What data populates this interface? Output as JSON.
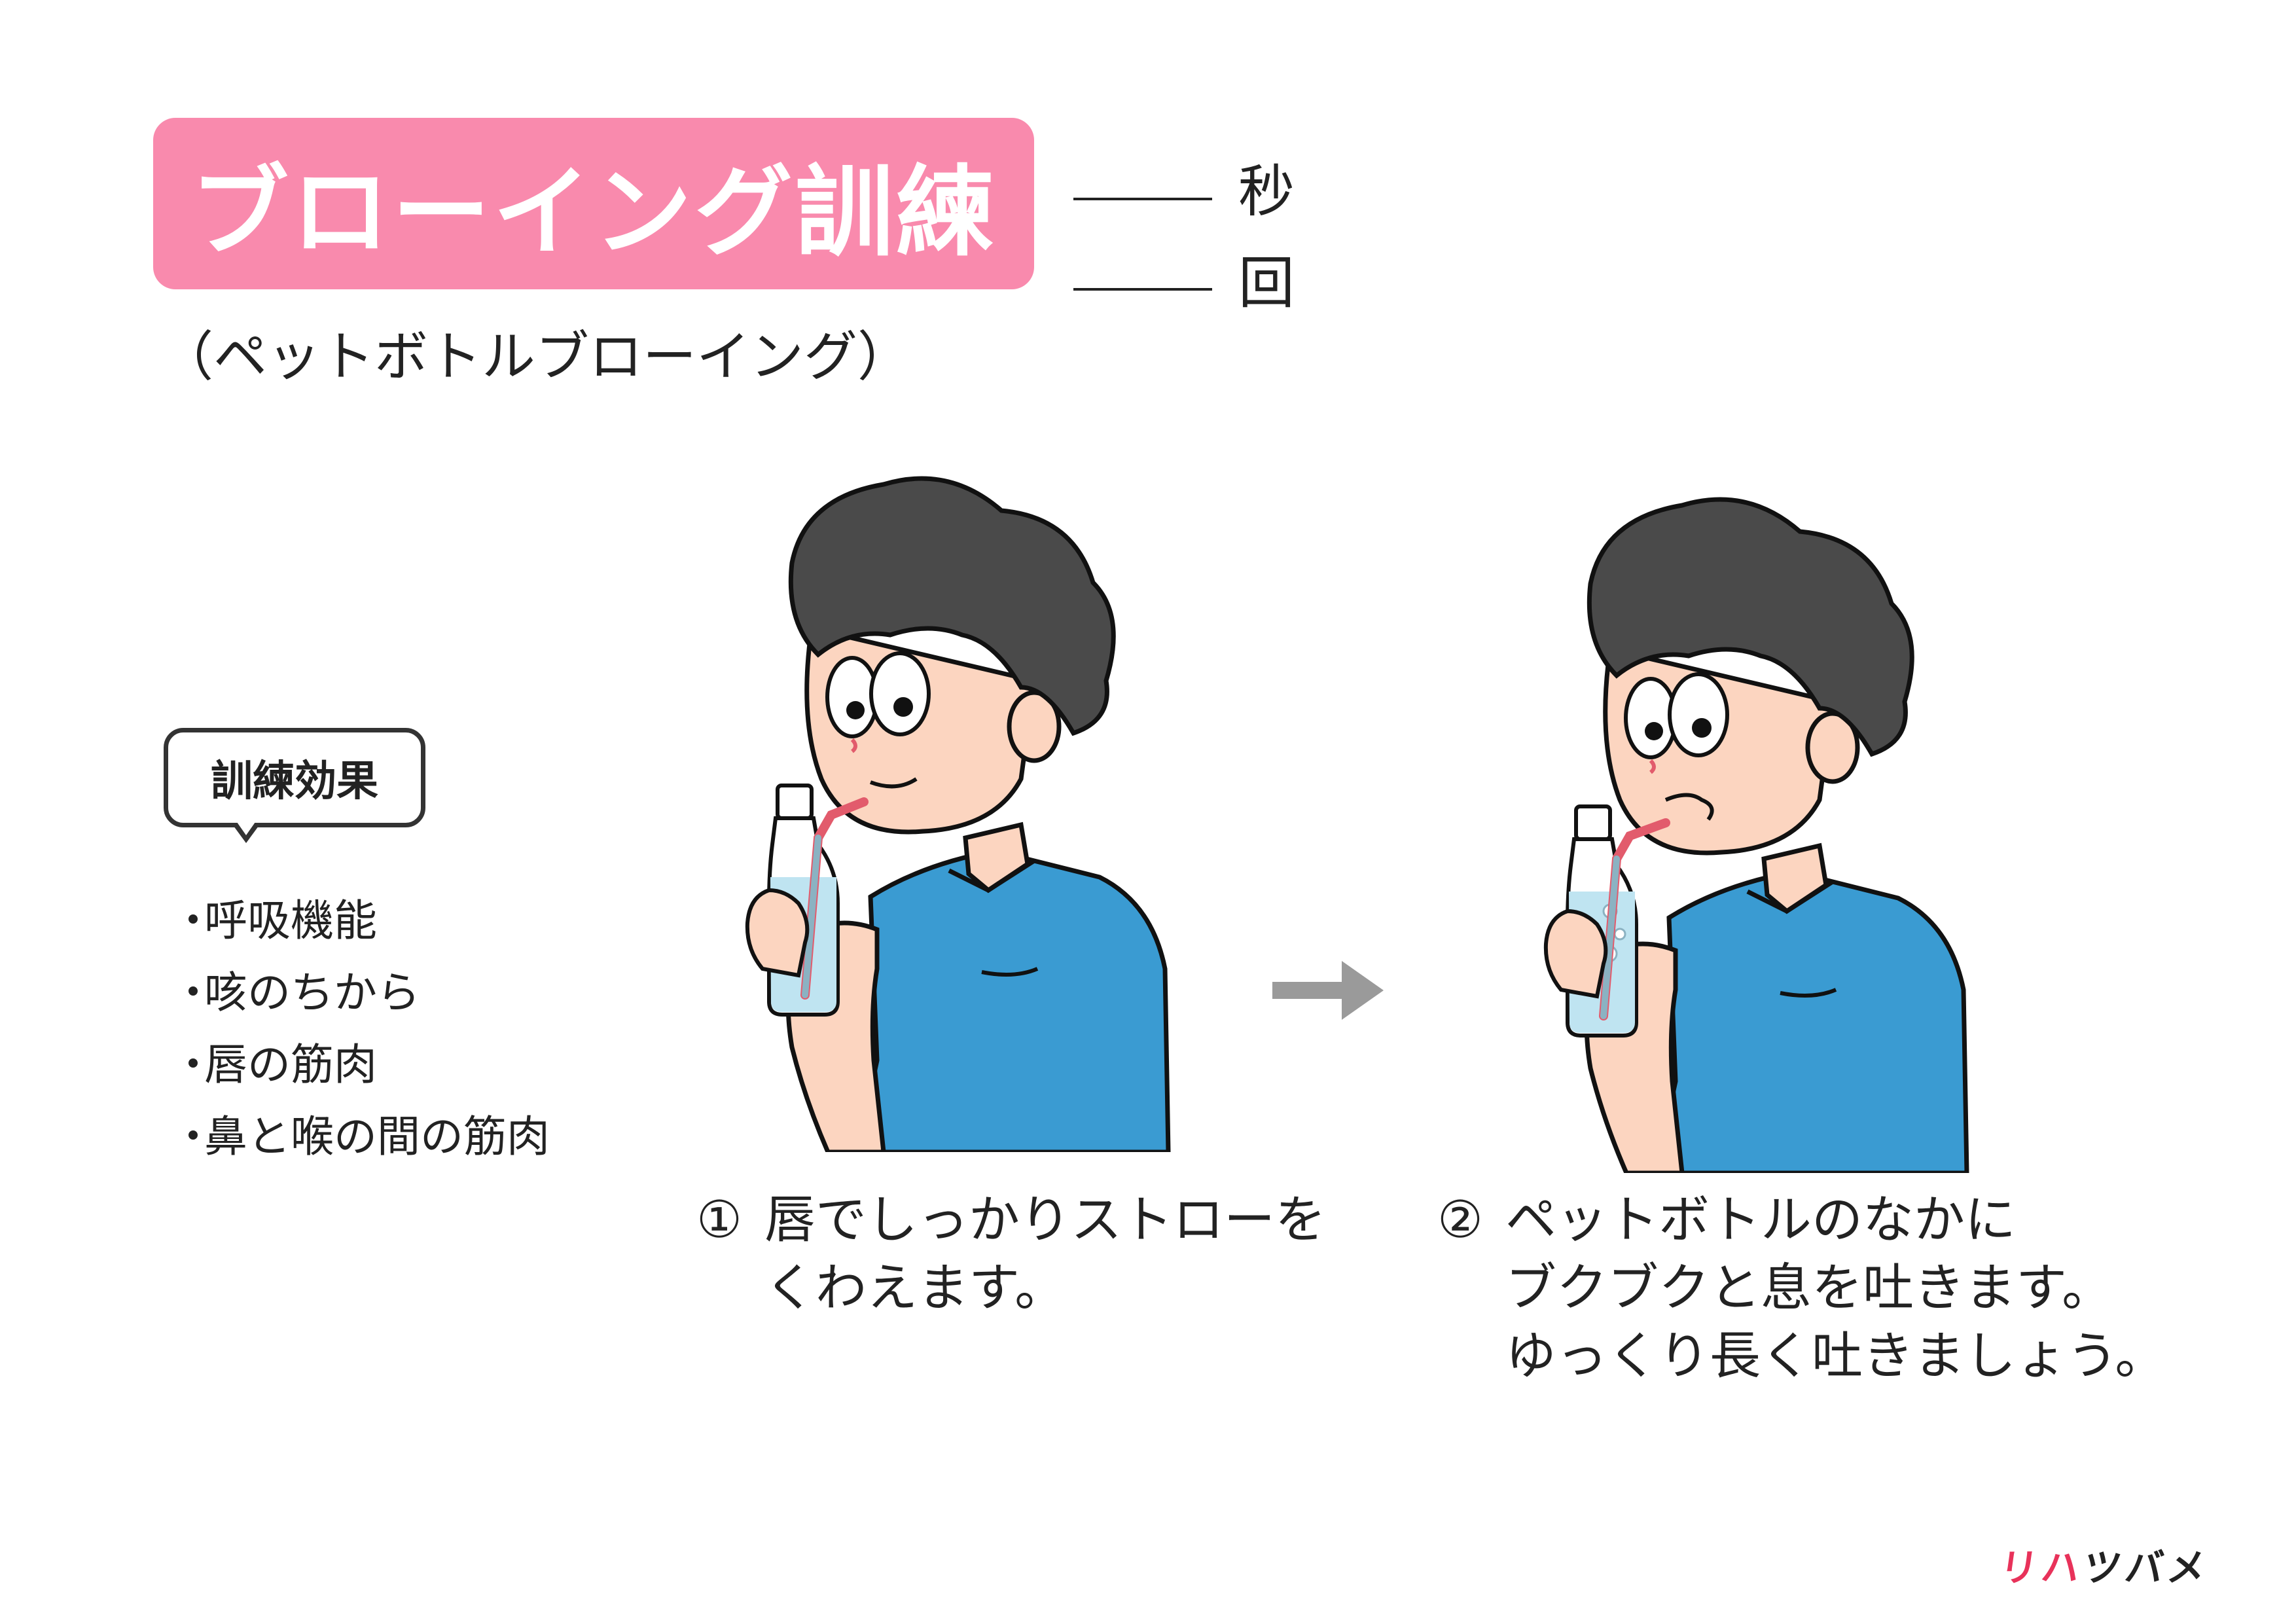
{
  "title": "ブローイング訓練",
  "subtitle": "（ペットボトルブローイング）",
  "fields": {
    "seconds_unit": "秒",
    "count_unit": "回"
  },
  "effects": {
    "label": "訓練効果",
    "items": [
      "呼吸機能",
      "咳のちから",
      "唇の筋肉",
      "鼻と喉の間の筋肉"
    ],
    "bullet": "・"
  },
  "steps": [
    {
      "number": "①",
      "lines": [
        "唇でしっかりストローを",
        "くわえます。"
      ]
    },
    {
      "number": "②",
      "lines": [
        "ペットボトルのなかに",
        "ブクブクと息を吐きます。",
        "ゆっくり長く吐きましょう。"
      ]
    }
  ],
  "logo": {
    "chars": [
      "リ",
      "ハ",
      "ツ",
      "バ",
      "メ"
    ],
    "colors": [
      "#e8325a",
      "#e8325a",
      "#333333",
      "#333333",
      "#333333"
    ]
  },
  "colors": {
    "title_bg": "#f98aad",
    "hair": "#4a4a4a",
    "skin": "#fcd5c0",
    "shirt": "#3a9bd2",
    "water": "#bfe4f1",
    "straw": "#e25b6c",
    "arrow": "#9a9a9a"
  },
  "icons": {
    "arrow": "right-arrow-icon",
    "person1": "person-drinking-straw-illustration",
    "person2": "person-blowing-bubbles-illustration"
  }
}
